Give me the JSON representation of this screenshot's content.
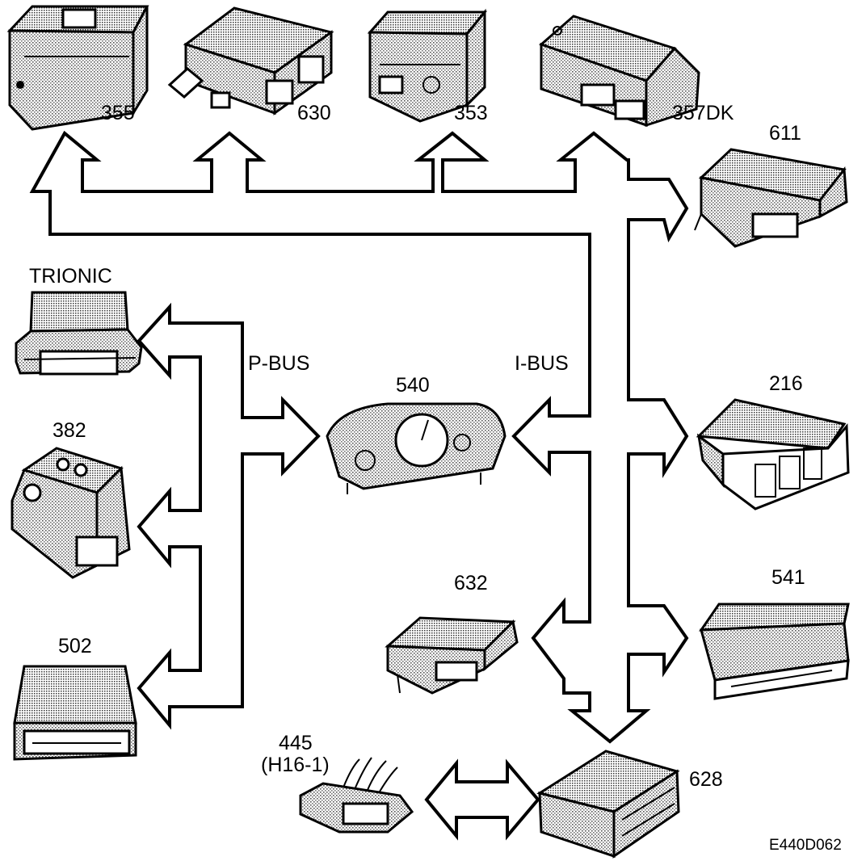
{
  "labels": {
    "u355": "355",
    "u630": "630",
    "u353": "353",
    "u357": "357DK",
    "u611": "611",
    "trionic": "TRIONIC",
    "pbus": "P-BUS",
    "ibus": "I-BUS",
    "u540": "540",
    "u216": "216",
    "u382": "382",
    "u632": "632",
    "u541": "541",
    "u502": "502",
    "u445": "445",
    "u445sub": "(H16-1)",
    "u628": "628",
    "ref": "E440D062"
  }
}
